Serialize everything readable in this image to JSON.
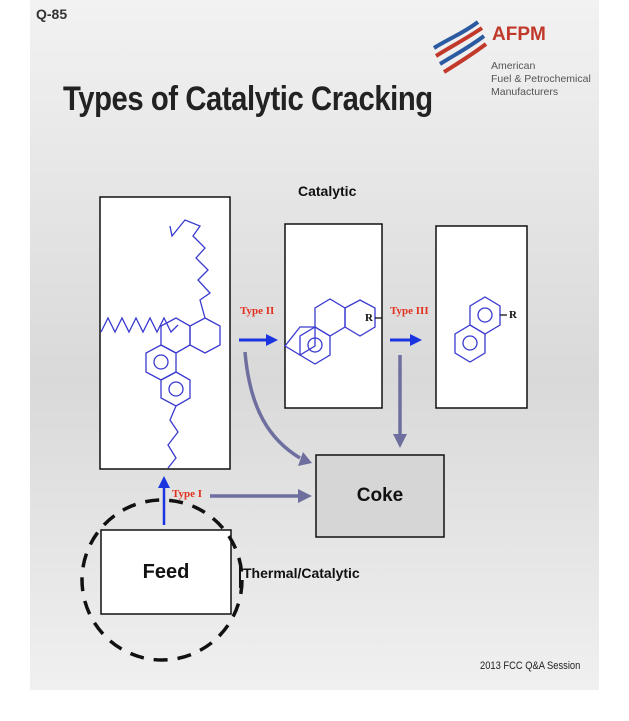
{
  "slide_id": "Q-85",
  "title": "Types of Catalytic Cracking",
  "logo": {
    "name": "AFPM",
    "lines": [
      "American",
      "Fuel & Petrochemical",
      "Manufacturers"
    ],
    "icon": "afpm-flag-icon",
    "colors": {
      "red": "#c0392b",
      "blue": "#2c5aa0"
    }
  },
  "labels": {
    "catalytic": "Catalytic",
    "type_1": "Type I",
    "type_2": "Type II",
    "type_3": "Type III",
    "coke": "Coke",
    "feed": "Feed",
    "thermal_catalytic": "Thermal/Catalytic",
    "r_group": "R"
  },
  "footer": "2013 FCC Q&A Session",
  "colors": {
    "structure": "#3a3ad0",
    "arrow_blue": "#1a35e0",
    "arrow_gray": "#6f6f9f",
    "type_label": "#e0301e",
    "coke_fill": "#d6d6d6"
  }
}
